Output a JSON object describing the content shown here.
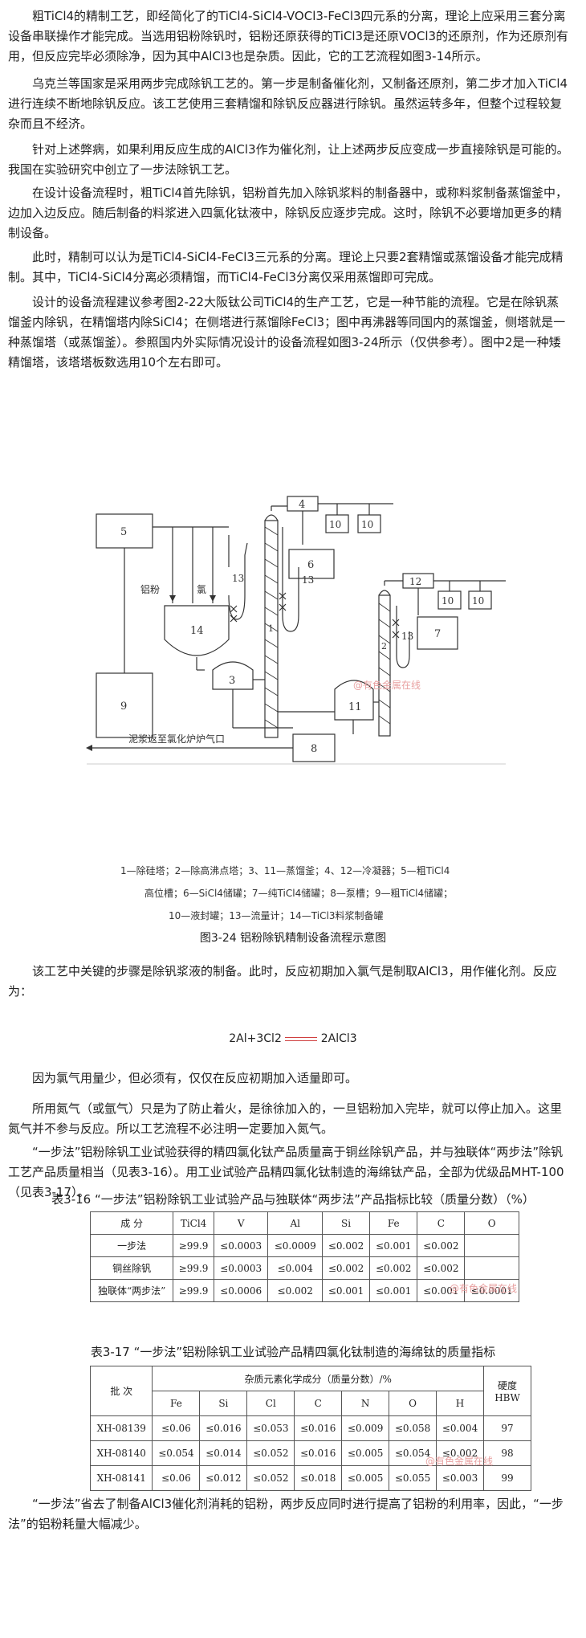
{
  "paragraphs": [
    {
      "text": "粗TiCl4的精制工艺，即经简化了的TiCl4-SiCl4-VOCl3-FeCl3四元系的分离，理论上应采用三套分离设备串联操作才能完成。当选用铝粉除钒时，铝粉还原获得的TiCl3是还原VOCl3的还原剂，作为还原剂有用，但反应完毕必须除净，因为其中AlCl3也是杂质。因此，它的工艺流程如图3-14所示。"
    },
    {
      "text": "乌克兰等国家是采用两步完成除钒工艺的。第一步是制备催化剂，又制备还原剂，第二步才加入TiCl4进行连续不断地除钒反应。该工艺使用三套精馏和除钒反应器进行除钒。虽然运转多年，但整个过程较复杂而且不经济。"
    },
    {
      "text": "针对上述弊病，如果利用反应生成的AlCl3作为催化剂，让上述两步反应变成一步直接除钒是可能的。我国在实验研究中创立了一步法除钒工艺。"
    },
    {
      "text": "在设计设备流程时，粗TiCl4首先除钒，铝粉首先加入除钒浆料的制备器中，或称料浆制备蒸馏釜中，边加入边反应。随后制备的料浆进入四氯化钛液中，除钒反应逐步完成。这时，除钒不必要增加更多的精制设备。"
    },
    {
      "text": "此时，精制可以认为是TiCl4-SiCl4-FeCl3三元系的分离。理论上只要2套精馏或蒸馏设备才能完成精制。其中，TiCl4-SiCl4分离必须精馏，而TiCl4-FeCl3分离仅采用蒸馏即可完成。"
    },
    {
      "text": "设计的设备流程建议参考图2-22大阪钛公司TiCl4的生产工艺，它是一种节能的流程。它是在除钒蒸馏釜内除钒，在精馏塔内除SiCl4；在侧塔进行蒸馏除FeCl3；图中再沸器等同国内的蒸馏釜，侧塔就是一种蒸馏塔（或蒸馏釜）。参照国内外实际情况设计的设备流程如图3-24所示（仅供参考）。图中2是一种矮精馏塔，该塔塔板数选用10个左右即可。"
    },
    {
      "text": "该工艺中关键的步骤是除钒浆液的制备。此时，反应初期加入氯气是制取AlCl3，用作催化剂。反应为："
    },
    {
      "text": "因为氯气用量少，但必须有，仅仅在反应初期加入适量即可。"
    },
    {
      "text": "所用氮气（或氩气）只是为了防止着火，是徐徐加入的，一旦铝粉加入完毕，就可以停止加入。这里氮气并不参与反应。所以工艺流程不必注明一定要加入氮气。"
    },
    {
      "text": "“一步法”铝粉除钒工业试验获得的精四氯化钛产品质量高于铜丝除钒产品，并与独联体“两步法”除钒工艺产品质量相当（见表3-16）。用工业试验产品精四氯化钛制造的海绵钛产品，全部为优级品MHT-100（见表3-17）。"
    },
    {
      "text": "“一步法”省去了制备AlCl3催化剂消耗的铝粉，两步反应同时进行提高了铝粉的利用率，因此，“一步法”的铝粉耗量大幅减少。"
    }
  ],
  "figure": {
    "labels": {
      "n1": "1",
      "n2": "2",
      "n3": "3",
      "n4": "4",
      "n5": "5",
      "n6": "6",
      "n7": "7",
      "n8": "8",
      "n9": "9",
      "n10": "10",
      "n11": "11",
      "n12": "12",
      "n13": "13",
      "n14": "14",
      "al_powder": "铝粉",
      "chlorine": "氯",
      "mud_return": "泥浆返至氯化炉炉气口"
    },
    "legend_lines": [
      "1—除硅塔；2—除高沸点塔；3、11—蒸馏釜；4、12—冷凝器；5—粗TiCl4",
      "高位槽；6—SiCl4储罐；7—纯TiCl4储罐；8—泵槽；9—粗TiCl4储罐；",
      "10—液封罐；13—流量计；14—TiCl3料浆制备罐"
    ],
    "watermark": "@有色金属在线",
    "caption": "图3-24 铝粉除钒精制设备流程示意图"
  },
  "equation": {
    "left": "2Al+3Cl2",
    "right": "2AlCl3"
  },
  "table16": {
    "title": "表3-16 “一步法”铝粉除钒工业试验产品与独联体“两步法”产品指标比较（质量分数）（%）",
    "headers": [
      "成 分",
      "TiCl4",
      "V",
      "Al",
      "Si",
      "Fe",
      "C",
      "O"
    ],
    "rows": [
      [
        "一步法",
        "≥99.9",
        "≤0.0003",
        "≤0.0009",
        "≤0.002",
        "≤0.001",
        "≤0.002",
        ""
      ],
      [
        "铜丝除钒",
        "≥99.9",
        "≤0.0003",
        "≤0.004",
        "≤0.002",
        "≤0.002",
        "≤0.002",
        ""
      ],
      [
        "独联体“两步法”",
        "≥99.9",
        "≤0.0006",
        "≤0.002",
        "≤0.001",
        "≤0.001",
        "≤0.001",
        "≤0.0001"
      ]
    ],
    "watermark": "@有色金属在线"
  },
  "table17": {
    "title": "表3-17 “一步法”铝粉除钒工业试验产品精四氯化钛制造的海绵钛的质量指标",
    "batch_header": "批 次",
    "group_header": "杂质元素化学成分（质量分数）/%",
    "hardness_header": "硬度 HBW",
    "elements": [
      "Fe",
      "Si",
      "Cl",
      "C",
      "N",
      "O",
      "H"
    ],
    "rows": [
      [
        "XH-08139",
        "≤0.06",
        "≤0.016",
        "≤0.053",
        "≤0.016",
        "≤0.009",
        "≤0.058",
        "≤0.004",
        "97"
      ],
      [
        "XH-08140",
        "≤0.054",
        "≤0.014",
        "≤0.052",
        "≤0.016",
        "≤0.005",
        "≤0.054",
        "≤0.002",
        "98"
      ],
      [
        "XH-08141",
        "≤0.06",
        "≤0.012",
        "≤0.052",
        "≤0.018",
        "≤0.005",
        "≤0.055",
        "≤0.003",
        "99"
      ]
    ],
    "watermark": "@有色金属在线"
  }
}
